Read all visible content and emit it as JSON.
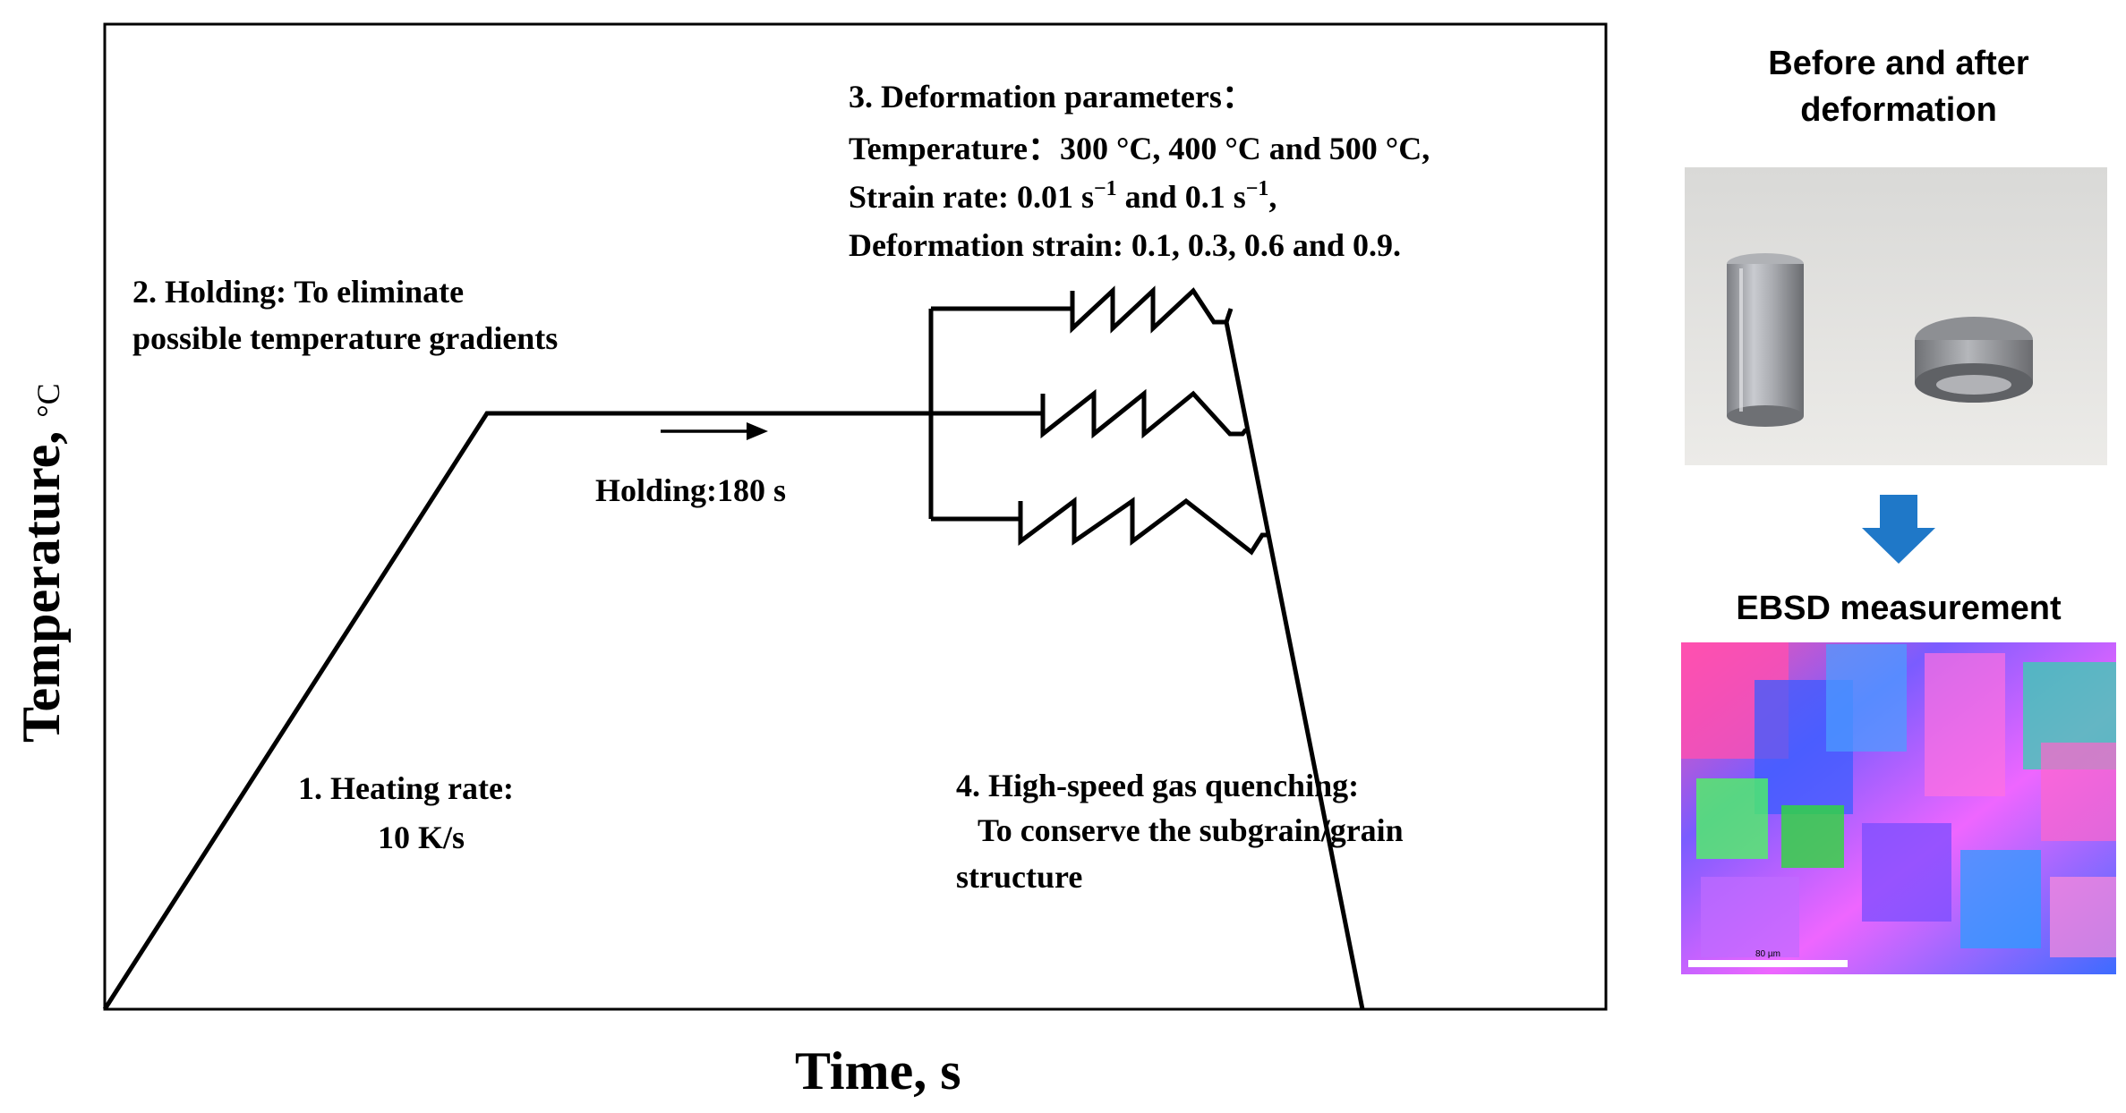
{
  "axes": {
    "x_label": "Time, s",
    "y_label": "Temperature, ",
    "y_unit": "°C"
  },
  "annotations": {
    "heating_line1": "1. Heating rate:",
    "heating_line2": "10 K/s",
    "holding_line1": "2. Holding: To eliminate",
    "holding_line2": "possible temperature gradients",
    "holding_time": "Holding:180 s",
    "deform_title": "3. Deformation parameters：",
    "deform_temp": "Temperature：300 °C, 400 °C and 500 °C,",
    "deform_rate_prefix": "Strain rate:  0.01 s",
    "deform_rate_sup1": "−1",
    "deform_rate_mid": " and 0.1 s",
    "deform_rate_sup2": "−1",
    "deform_rate_suffix": ",",
    "deform_strain": "Deformation strain: 0.1, 0.3, 0.6 and 0.9.",
    "quench_line1": "4. High-speed gas quenching:",
    "quench_line2": "To conserve the subgrain/grain",
    "quench_line3": "structure"
  },
  "right_panel": {
    "title_line1": "Before and after",
    "title_line2": "deformation",
    "ebsd_title": "EBSD measurement",
    "scale_text": "80 µm"
  },
  "colors": {
    "arrow_blue": "#1f78c8",
    "line": "#000000"
  }
}
